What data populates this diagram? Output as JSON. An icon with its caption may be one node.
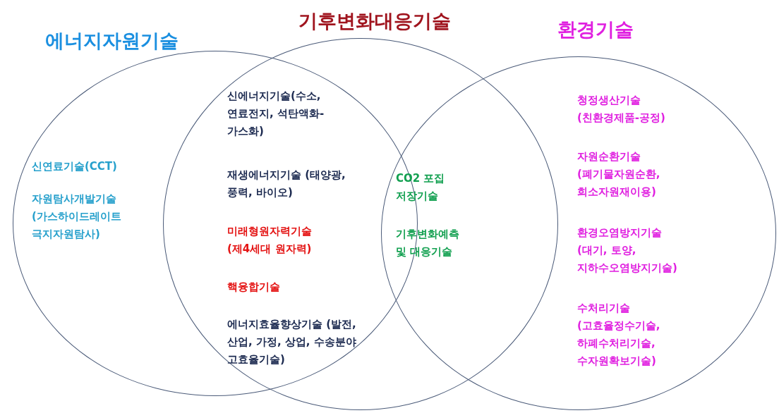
{
  "diagram": {
    "nodes": [
      {
        "text": [
          "에너지자원기술"
        ]
      },
      {
        "text": [
          "기후변화대응기술"
        ]
      },
      {
        "text": [
          "환경기술"
        ]
      }
    ],
    "labels": [
      "신연료기술(CCT)",
      "자원탐사개발기술 (가스하이드레이트 극지자원탐사)",
      "신에너지기술(수소, 연료전지, 석탄액화-가스화)",
      "재생에너지기술 (태양광, 풍력, 바이오)",
      "미래형원자력기술 (제4세대 원자력)",
      "핵융합기술",
      "에너지효율향상기술 (발전, 산업, 가정, 상업, 수송분야 고효율기술)",
      "CO2 포집 저장기술",
      "기후변화예측 및 대응기술",
      "청정생산기술 (친환경제품-공정)",
      "자원순환기술 (폐기물자원순환, 희소자원재이용)",
      "환경오염방지기술 (대기, 토양, 지하수오염방지기술)",
      "수처리기술 (고효율정수기술, 하폐수처리기술, 수자원확보기술)"
    ]
  }
}
